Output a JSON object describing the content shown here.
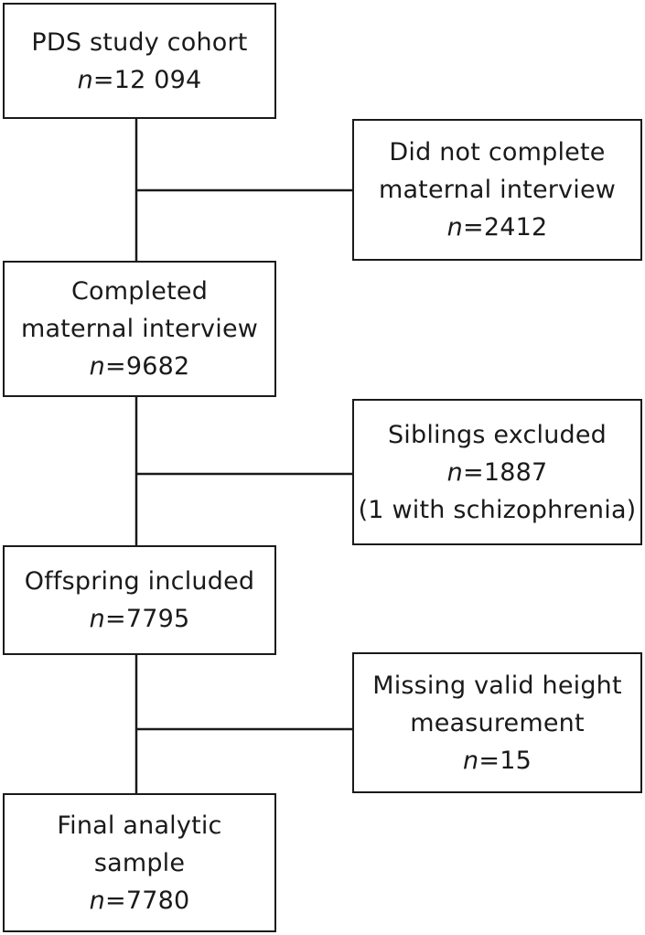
{
  "flowchart": {
    "main": [
      {
        "id": "cohort",
        "lines": [
          "PDS study cohort"
        ],
        "n": "12 094"
      },
      {
        "id": "completed",
        "lines": [
          "Completed",
          "maternal interview"
        ],
        "n": "9682"
      },
      {
        "id": "offspring",
        "lines": [
          "Offspring included"
        ],
        "n": "7795"
      },
      {
        "id": "final",
        "lines": [
          "Final analytic",
          "sample"
        ],
        "n": "7780"
      }
    ],
    "exclusions": [
      {
        "id": "not-complete",
        "lines": [
          "Did not complete",
          "maternal interview"
        ],
        "n": "2412",
        "note": ""
      },
      {
        "id": "siblings",
        "lines": [
          "Siblings excluded"
        ],
        "n": "1887",
        "note": "(1 with schizophrenia)"
      },
      {
        "id": "missing",
        "lines": [
          "Missing valid height",
          "measurement"
        ],
        "n": "15",
        "note": ""
      }
    ],
    "n_prefix": "n",
    "n_equals": "=",
    "colors": {
      "stroke": "#1a1a1a",
      "background": "#ffffff"
    }
  }
}
